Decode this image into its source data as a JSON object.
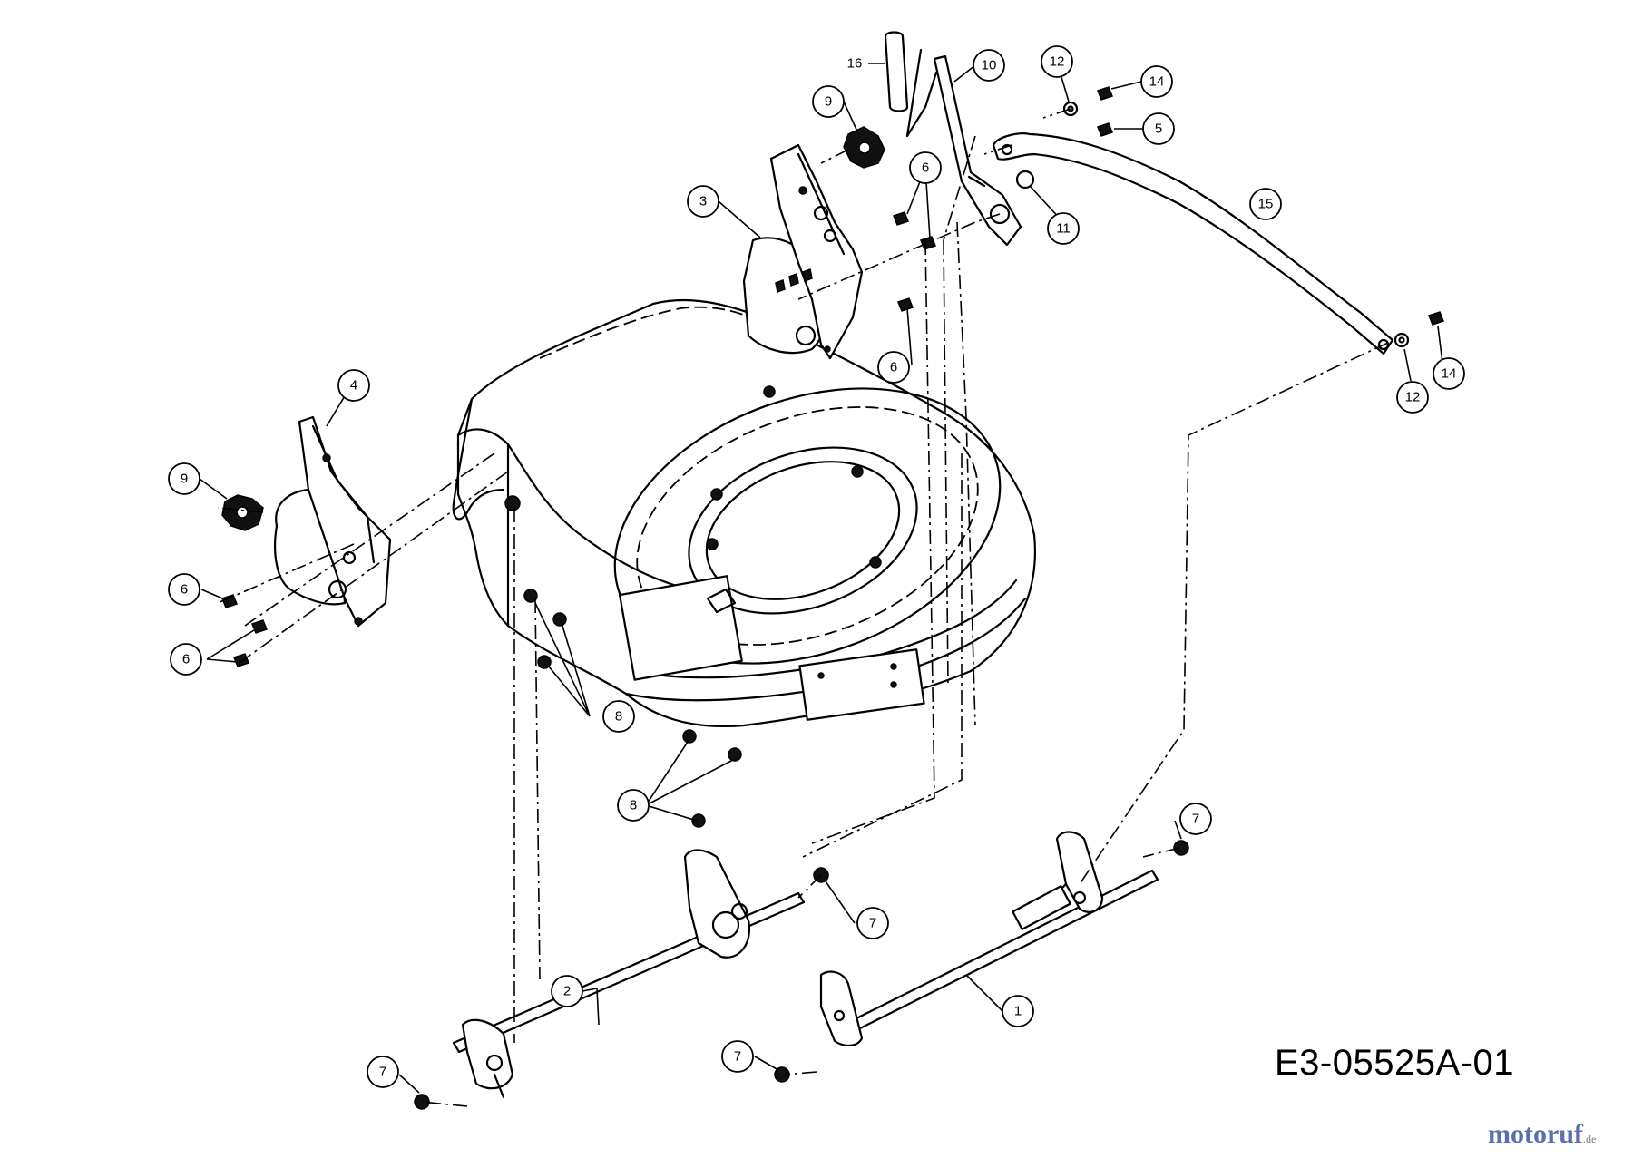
{
  "diagram": {
    "drawing_code": "E3-05525A-01",
    "watermark_brand": "motoruf",
    "watermark_tld": ".de",
    "callouts": [
      {
        "label": "16",
        "plain": true
      },
      {
        "label": "10"
      },
      {
        "label": "12"
      },
      {
        "label": "14"
      },
      {
        "label": "9"
      },
      {
        "label": "5"
      },
      {
        "label": "3"
      },
      {
        "label": "6"
      },
      {
        "label": "11"
      },
      {
        "label": "15"
      },
      {
        "label": "6"
      },
      {
        "label": "12"
      },
      {
        "label": "14"
      },
      {
        "label": "4"
      },
      {
        "label": "9"
      },
      {
        "label": "6"
      },
      {
        "label": "6"
      },
      {
        "label": "8"
      },
      {
        "label": "8"
      },
      {
        "label": "7"
      },
      {
        "label": "7"
      },
      {
        "label": "2"
      },
      {
        "label": "1"
      },
      {
        "label": "7"
      },
      {
        "label": "7"
      }
    ]
  }
}
